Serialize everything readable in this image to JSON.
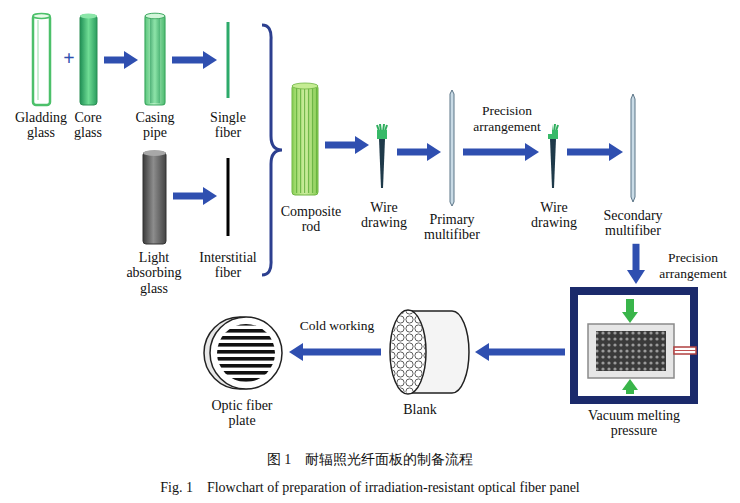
{
  "diagram": {
    "caption": "图 1　耐辐照光纤面板的制备流程",
    "nodes": [
      {
        "text": [
          "Gladding glass"
        ]
      },
      {
        "text": [
          "Core glass"
        ]
      },
      {
        "text": [
          "Casing pipe"
        ]
      },
      {
        "text": [
          "Single fiber"
        ]
      },
      {
        "text": [
          "Light absorbing glass"
        ]
      },
      {
        "text": [
          "Interstitial fiber"
        ]
      },
      {
        "text": [
          "Composite rod"
        ]
      },
      {
        "text": [
          "Wire drawing"
        ]
      },
      {
        "text": [
          "Primary multifiber"
        ]
      },
      {
        "text": [
          "Wire drawing"
        ]
      },
      {
        "text": [
          "Secondary multifiber"
        ]
      },
      {
        "text": [
          "Vacuum melting pressure"
        ]
      },
      {
        "text": [
          "Blank"
        ]
      },
      {
        "text": [
          "Optic fiber plate"
        ]
      }
    ],
    "edges": [
      {
        "from": 1,
        "to": 2,
        "arrow": "to"
      },
      {
        "from": 2,
        "to": 3,
        "arrow": "to"
      },
      {
        "from": 4,
        "to": 5,
        "arrow": "to"
      },
      {
        "from": 6,
        "to": 7,
        "arrow": "to"
      },
      {
        "from": 7,
        "to": 8,
        "arrow": "to"
      },
      {
        "from": 8,
        "to": 9,
        "label": "Precision arrangement",
        "arrow": "to"
      },
      {
        "from": 9,
        "to": 10,
        "arrow": "to"
      },
      {
        "from": 10,
        "to": 11,
        "label": "Precision arrangement",
        "arrow": "to"
      },
      {
        "from": 11,
        "to": 12,
        "arrow": "to"
      },
      {
        "from": 12,
        "to": 13,
        "label": "Cold working",
        "arrow": "to"
      }
    ],
    "labels": [
      "+",
      "Fig. 1　Flowchart of preparation of irradiation-resistant optical fiber panel"
    ]
  }
}
